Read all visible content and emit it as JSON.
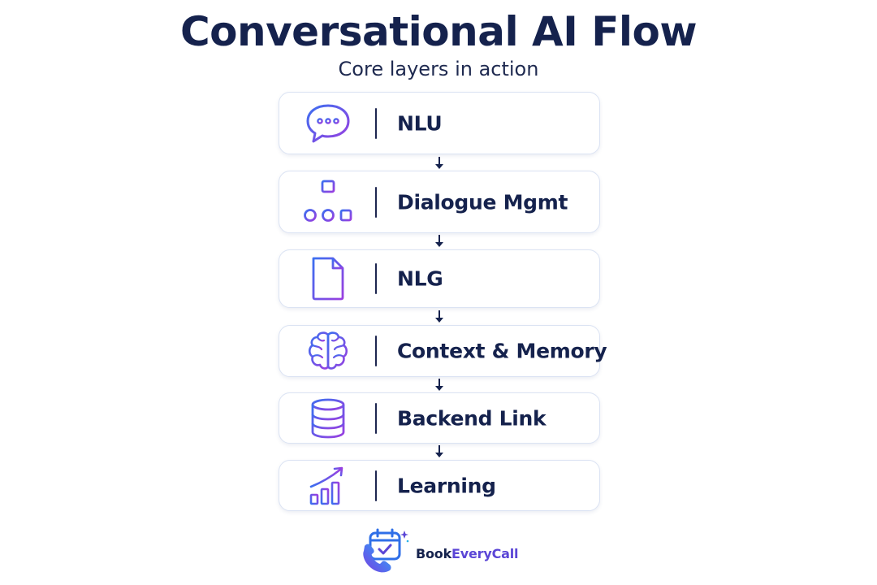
{
  "title": "Conversational AI Flow",
  "subtitle": "Core layers in action",
  "steps": [
    {
      "label": "NLU",
      "icon": "chat-bubble-icon"
    },
    {
      "label": "Dialogue Mgmt",
      "icon": "hierarchy-icon"
    },
    {
      "label": "NLG",
      "icon": "document-icon"
    },
    {
      "label": "Context & Memory",
      "icon": "brain-icon"
    },
    {
      "label": "Backend Link",
      "icon": "database-icon"
    },
    {
      "label": "Learning",
      "icon": "growth-chart-icon"
    }
  ],
  "brand": {
    "name_part1": "Book",
    "name_part2": "EveryCall"
  },
  "colors": {
    "title": "#15224d",
    "icon_gradient_start": "#3b6ff0",
    "icon_gradient_end": "#9a3fe0",
    "card_border": "#dbe3f3",
    "arrow": "#15224d"
  }
}
